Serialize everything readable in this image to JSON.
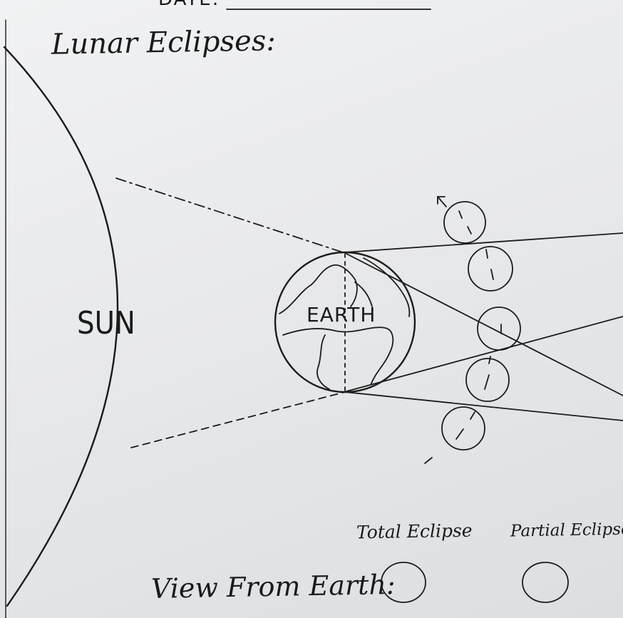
{
  "header": {
    "date_label": "DATE:"
  },
  "title": "Lunar Eclipses:",
  "diagram": {
    "sun_label": "SUN",
    "earth_label": "EARTH",
    "moon_positions_count": 5
  },
  "view_from_earth": {
    "label": "View From Earth:",
    "options": [
      {
        "label": "Total Eclipse"
      },
      {
        "label": "Partial Eclipse"
      }
    ]
  }
}
